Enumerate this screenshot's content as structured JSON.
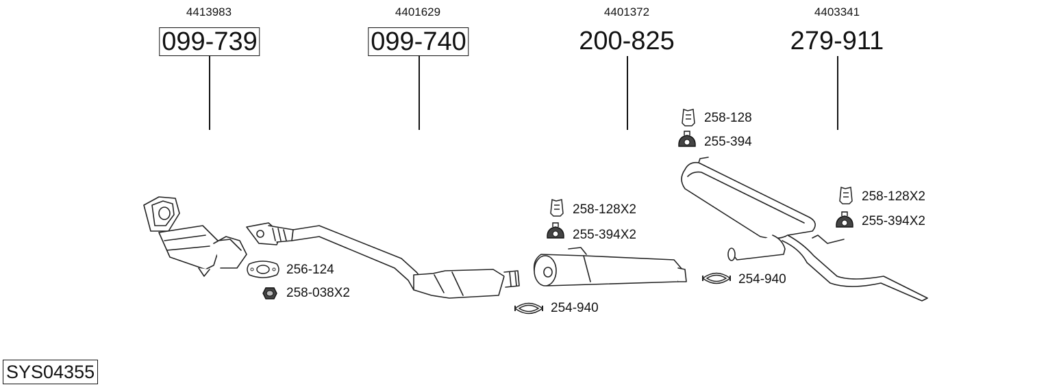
{
  "system_code": "SYS04355",
  "parts": [
    {
      "oe": "4413983",
      "number": "099-739"
    },
    {
      "oe": "4401629",
      "number": "099-740"
    },
    {
      "oe": "4401372",
      "number": "200-825"
    },
    {
      "oe": "4403341",
      "number": "279-911"
    }
  ],
  "accessories": {
    "a1": "256-124",
    "a2": "258-038X2",
    "a3": "258-128X2",
    "a4": "255-394X2",
    "a5": "254-940",
    "a6": "258-128",
    "a7": "255-394",
    "a8": "254-940",
    "a9": "258-128X2",
    "a10": "255-394X2"
  },
  "icons": {
    "gasket": "gasket-icon",
    "nut": "nut-icon",
    "bracket": "bracket-icon",
    "rubber_mount": "rubber-mount-icon",
    "clamp": "clamp-icon"
  }
}
